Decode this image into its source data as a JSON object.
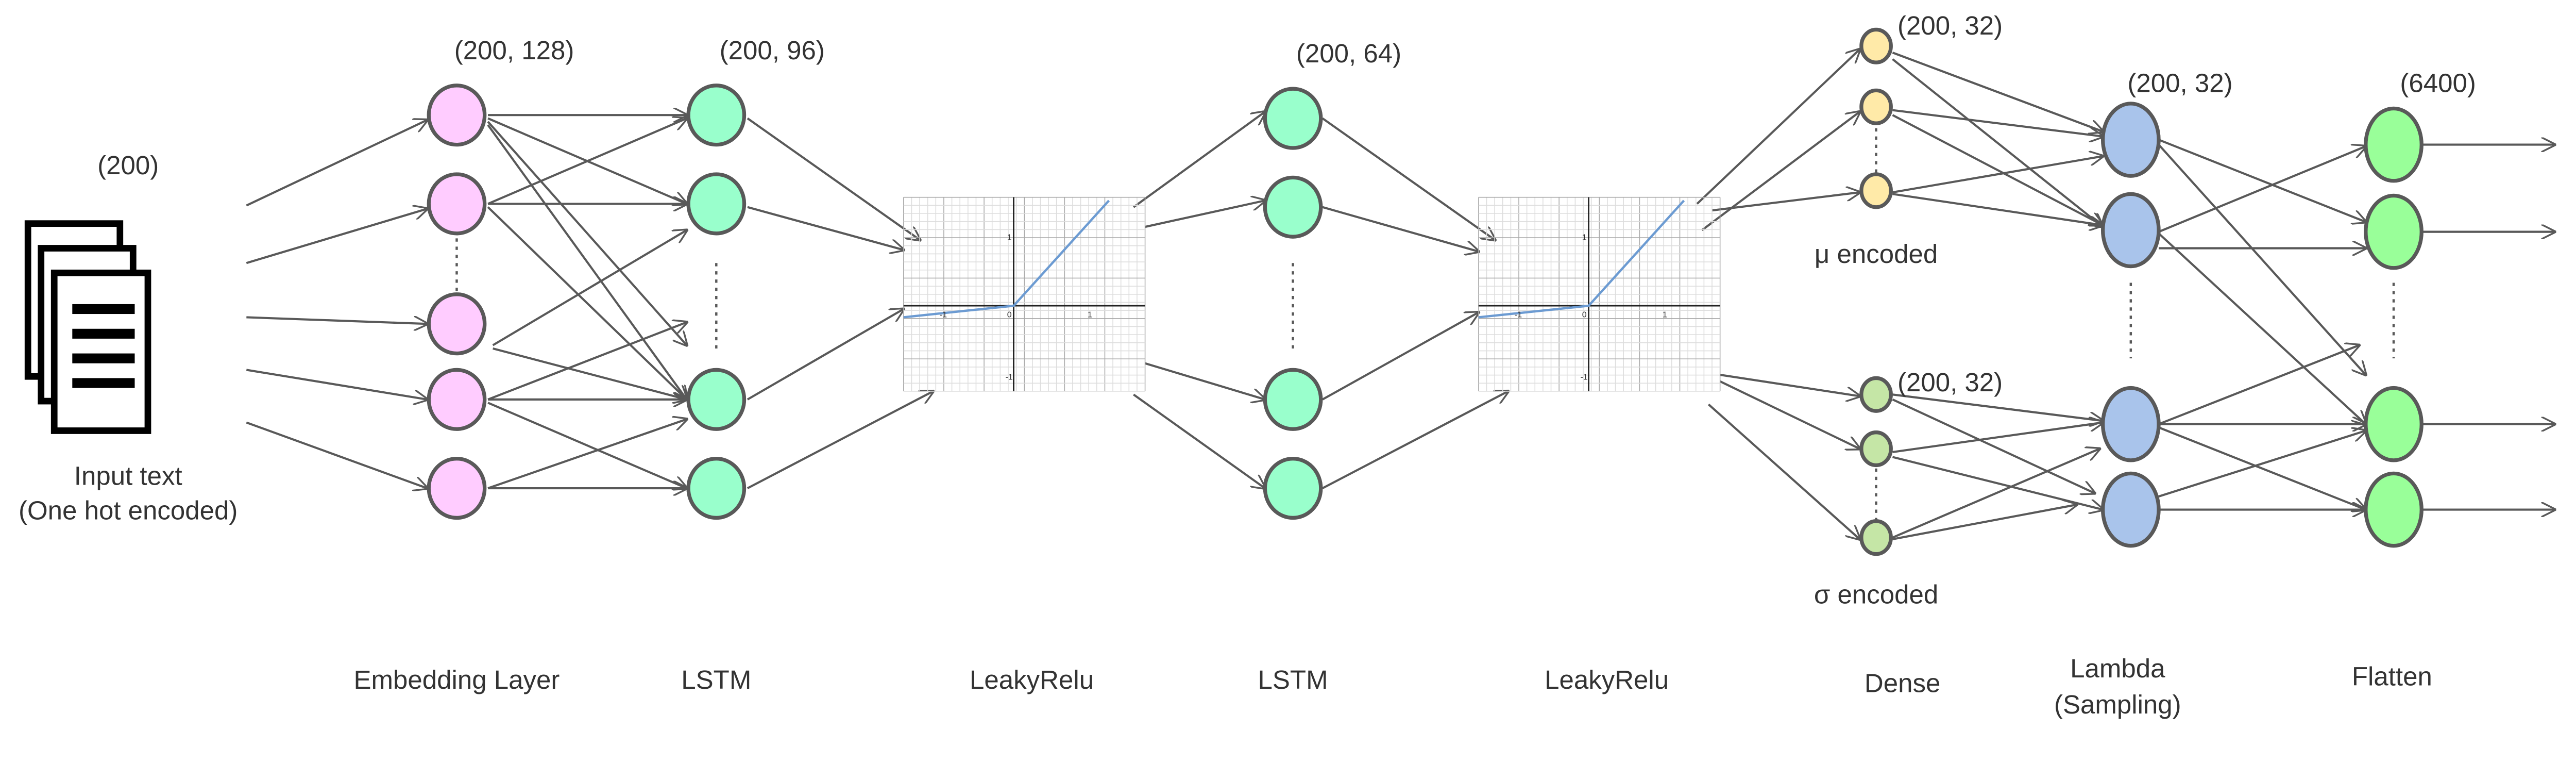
{
  "input": {
    "shape": "(200)",
    "label_line1": "Input text",
    "label_line2": "(One hot encoded)",
    "icon": "document-stack-icon"
  },
  "shapes": {
    "embedding": "(200, 128)",
    "lstm1": "(200, 96)",
    "lstm2": "(200, 64)",
    "dense_mu": "(200, 32)",
    "dense_sigma": "(200, 32)",
    "lambda": "(200, 32)",
    "flatten": "(6400)"
  },
  "dense_labels": {
    "mu": "μ encoded",
    "sigma": "σ encoded"
  },
  "layers": {
    "embedding": "Embedding Layer",
    "lstm1": "LSTM",
    "leaky1": "LeakyRelu",
    "lstm2": "LSTM",
    "leaky2": "LeakyRelu",
    "dense": "Dense",
    "lambda_line1": "Lambda",
    "lambda_line2": "(Sampling)",
    "flatten": "Flatten"
  },
  "activation_plot": {
    "ticks": {
      "x_neg": "-1",
      "origin": "0",
      "x_pos": "1",
      "y_pos": "1",
      "y_neg": "-1"
    }
  },
  "colors": {
    "embedding": "#ffccff",
    "lstm": "#99ffcc",
    "dense_mu": "#ffeaa8",
    "dense_sigma": "#c5e6a6",
    "lambda": "#a9c4eb",
    "flatten": "#99ff99",
    "stroke": "#595959",
    "activation_curve": "#6c9bd2"
  }
}
